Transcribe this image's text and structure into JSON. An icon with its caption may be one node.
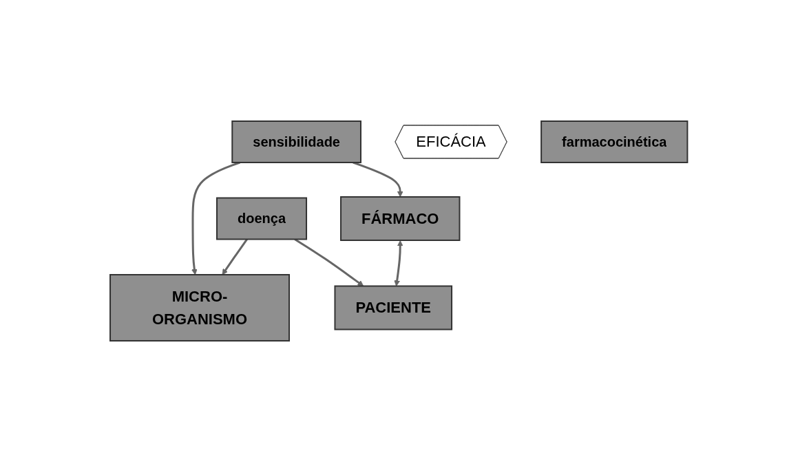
{
  "diagram": {
    "nodes": [
      {
        "text": [
          "MICRO-ORGANISMO"
        ]
      },
      {
        "text": [
          "sensibilidade"
        ]
      },
      {
        "text": [
          "doença"
        ]
      },
      {
        "text": [
          "FÁRMACO"
        ]
      },
      {
        "text": [
          "EFICÁCIA"
        ]
      },
      {
        "text": [
          "PACIENTE"
        ]
      },
      {
        "text": [
          "farmacocinética"
        ]
      }
    ],
    "edges": [
      {
        "from": 1,
        "to": 0,
        "arrow": "to"
      },
      {
        "from": 1,
        "to": 3,
        "arrow": "to"
      },
      {
        "from": 2,
        "to": 0,
        "arrow": "to"
      },
      {
        "from": 2,
        "to": 5,
        "arrow": "to"
      },
      {
        "from": 3,
        "to": 5,
        "arrow": "both"
      }
    ]
  }
}
